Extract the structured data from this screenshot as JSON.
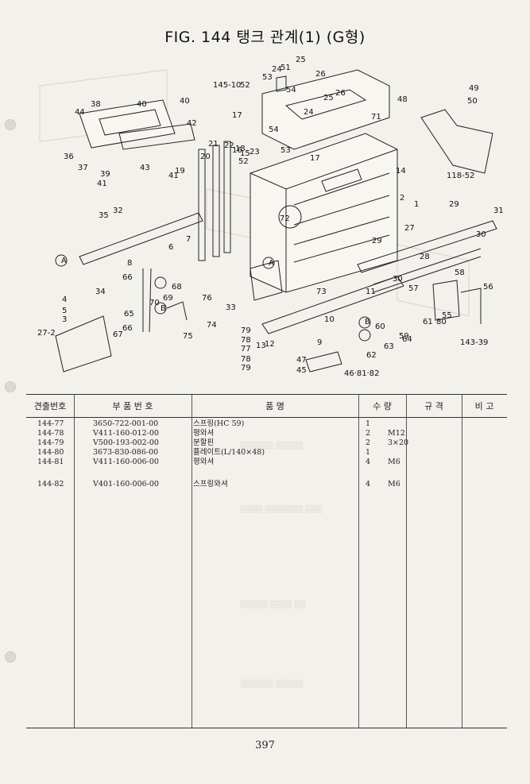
{
  "title": "FIG. 144 탱크 관계(1) (G형)",
  "diagram_labels": [
    "145-10",
    "52",
    "53",
    "24",
    "51",
    "25",
    "26",
    "49",
    "48",
    "50",
    "38",
    "40",
    "40",
    "44",
    "54",
    "17",
    "42",
    "25",
    "26",
    "24",
    "71",
    "36",
    "37",
    "43",
    "39",
    "41",
    "22",
    "20",
    "18",
    "21",
    "16",
    "15",
    "23",
    "53",
    "52",
    "54",
    "17",
    "19",
    "41",
    "14",
    "118-52",
    "2",
    "1",
    "35",
    "32",
    "72",
    "29",
    "31",
    "30",
    "27",
    "A",
    "6",
    "7",
    "8",
    "66",
    "28",
    "29",
    "73",
    "58",
    "56",
    "57",
    "A",
    "30",
    "34",
    "68",
    "33",
    "76",
    "11",
    "55",
    "4",
    "5",
    "3",
    "65",
    "70",
    "69",
    "74",
    "61",
    "80",
    "143-39",
    "B",
    "B",
    "60",
    "75",
    "79",
    "78",
    "77",
    "78",
    "79",
    "13",
    "12",
    "10",
    "9",
    "62",
    "63",
    "64",
    "59",
    "67",
    "66",
    "27-2",
    "47",
    "45",
    "46·81·82"
  ],
  "table": {
    "headers": [
      "견출번호",
      "부 품 번 호",
      "품 명",
      "수 량",
      "규 격",
      "비 고"
    ],
    "rows": [
      {
        "no": "144-77",
        "part": "3650-722-001-00",
        "name": "스프링(HC 59)",
        "qty": "1",
        "spec": ""
      },
      {
        "no": "144-78",
        "part": "V411-160-012-00",
        "name": "평와셔",
        "qty": "2",
        "spec": "M12"
      },
      {
        "no": "144-79",
        "part": "V500-193-002-00",
        "name": "분할핀",
        "qty": "2",
        "spec": "3×20"
      },
      {
        "no": "144-80",
        "part": "3673-830-086-00",
        "name": "플레이트(L/140×48)",
        "qty": "1",
        "spec": ""
      },
      {
        "no": "144-81",
        "part": "V411-160-006-00",
        "name": "평와셔",
        "qty": "4",
        "spec": "M6"
      },
      {
        "no": "144-82",
        "part": "V401-160-006-00",
        "name": "스프링와셔",
        "qty": "4",
        "spec": "M6"
      }
    ]
  },
  "page_number": "397"
}
